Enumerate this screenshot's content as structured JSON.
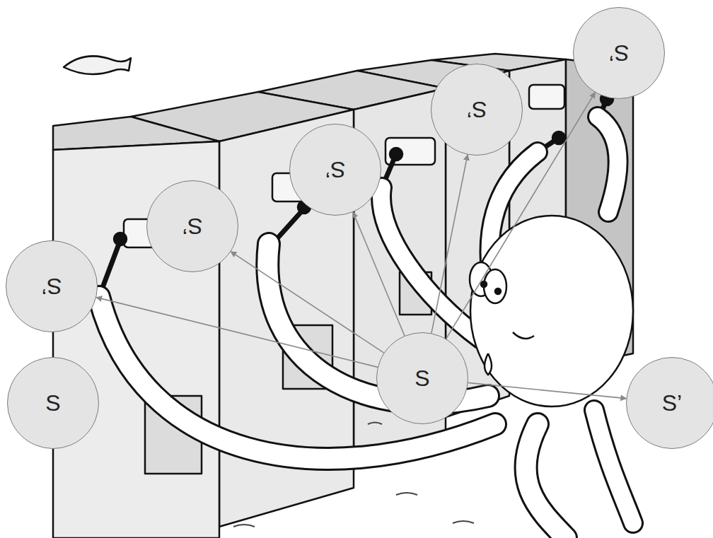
{
  "diagram": {
    "nodes": [
      {
        "text": [
          "S’"
        ]
      },
      {
        "text": [
          "S’"
        ]
      },
      {
        "text": [
          "S’"
        ]
      },
      {
        "text": [
          "S’"
        ]
      },
      {
        "text": [
          "S’"
        ]
      },
      {
        "text": [
          "S"
        ]
      },
      {
        "text": [
          "S’"
        ]
      },
      {
        "text": [
          "S"
        ]
      }
    ],
    "edges": [
      {
        "from": 5,
        "to": 0,
        "arrow": "to"
      },
      {
        "from": 5,
        "to": 1,
        "arrow": "to"
      },
      {
        "from": 5,
        "to": 2,
        "arrow": "to"
      },
      {
        "from": 5,
        "to": 3,
        "arrow": "to"
      },
      {
        "from": 5,
        "to": 4,
        "arrow": "to"
      },
      {
        "from": 5,
        "to": 6,
        "arrow": "to"
      }
    ]
  }
}
